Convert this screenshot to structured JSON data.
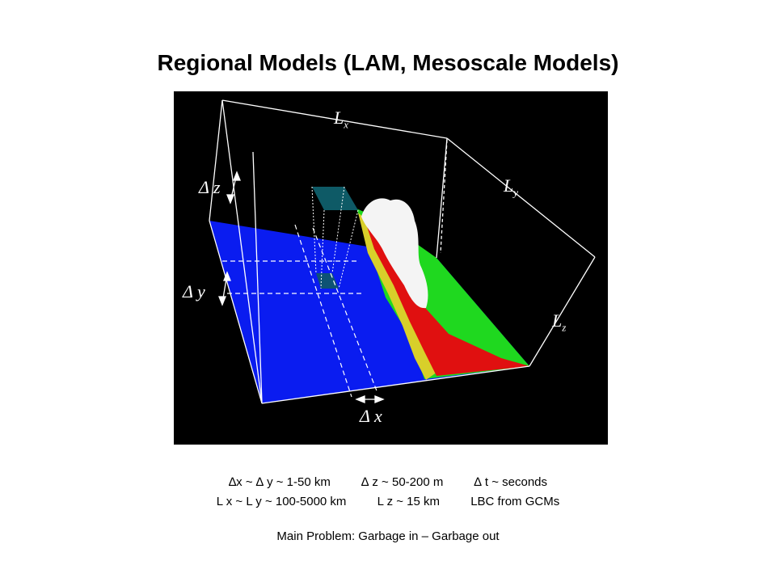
{
  "title": "Regional Models (LAM, Mesoscale Models)",
  "figure": {
    "labels": {
      "lx": "L",
      "lx_sub": "x",
      "ly": "L",
      "ly_sub": "y",
      "lz": "L",
      "lz_sub": "z",
      "dz": "Δ z",
      "dy": "Δ y",
      "dx": "Δ x"
    },
    "colors": {
      "background": "#000000",
      "domain": "#0a1cf0",
      "terrain_green": "#1fd81f",
      "terrain_yellow": "#d8cf2a",
      "terrain_red": "#e01010",
      "cloud": "#f4f4f4",
      "cell": "#0e5a66"
    }
  },
  "params": {
    "line1": [
      "∆x ~ ∆ y ~ 1-50 km",
      "∆ z ~ 50-200 m",
      "∆ t ~  seconds"
    ],
    "line2": [
      "L x ~ L y ~ 100-5000 km",
      "L z ~ 15 km",
      "LBC from GCMs"
    ]
  },
  "problem": "Main Problem: Garbage in – Garbage out"
}
